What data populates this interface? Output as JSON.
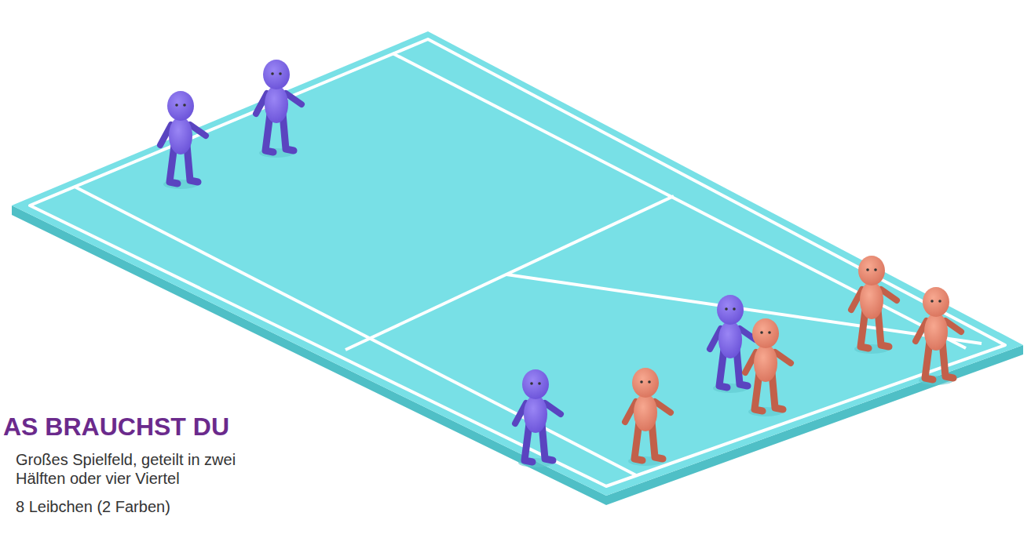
{
  "diagram": {
    "title": "AS BRAUCHST DU",
    "labels": [
      "Großes Spielfeld, geteilt in zwei Hälften oder vier Viertel",
      "8 Leibchen (2 Farben)"
    ]
  }
}
